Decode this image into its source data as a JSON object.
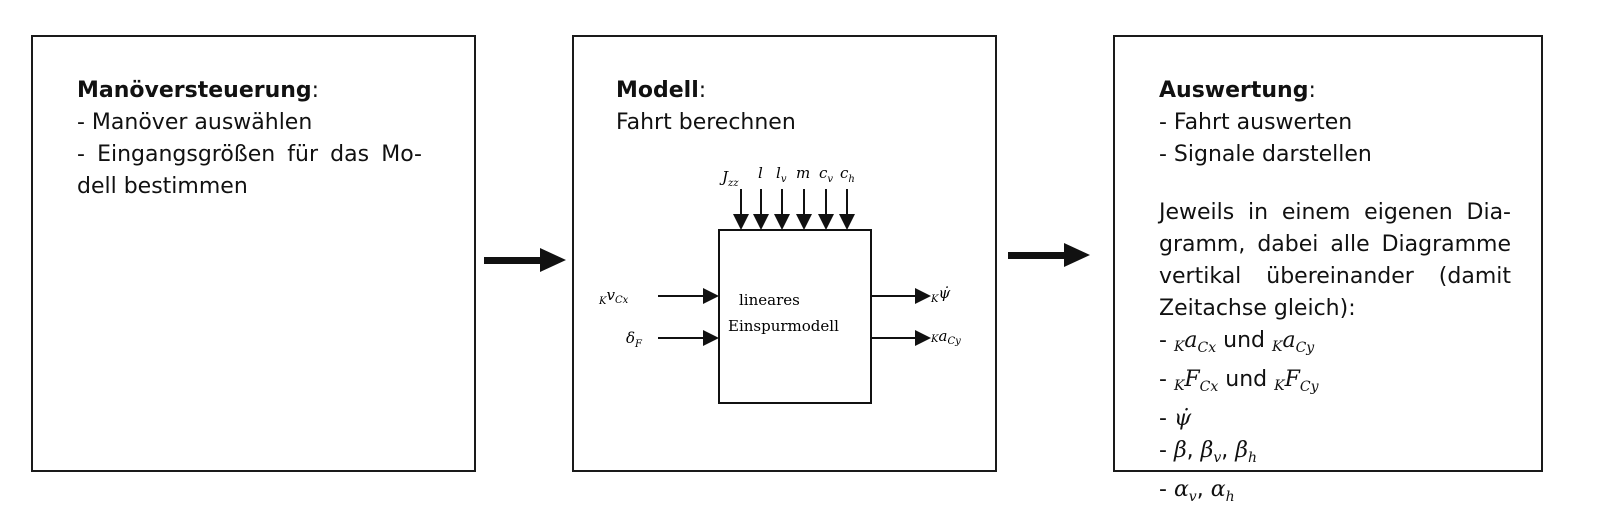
{
  "panel1": {
    "title": "Manöversteuerung",
    "colon": ":",
    "lines": [
      "- Manöver auswählen",
      "- Eingangsgrößen für das Mo-",
      "dell bestimmen"
    ]
  },
  "panel2": {
    "title": "Modell",
    "colon": ":",
    "subtitle": "Fahrt berechnen",
    "block": {
      "label_line1": "lineares",
      "label_line2": "Einspurmodell",
      "params": [
        "J",
        "zz",
        "l",
        "l",
        "v",
        "m",
        "c",
        "v",
        "c",
        "h"
      ],
      "inputs": [
        "K",
        "v",
        "Cx",
        "δ",
        "F"
      ],
      "outputs": [
        "K",
        "ψ̇",
        "K",
        "a",
        "Cy"
      ]
    }
  },
  "panel3": {
    "title": "Auswertung",
    "colon": ":",
    "lines": [
      "- Fahrt auswerten",
      "- Signale darstellen"
    ],
    "paragraph": [
      "Jeweils in einem eigenen Dia-",
      "gramm, dabei alle Diagramme",
      "vertikal übereinander (damit",
      "Zeitachse gleich):"
    ],
    "list": {
      "dash": "- ",
      "und": "und",
      "comma": ",",
      "a_sym": "a",
      "F_sym": "F",
      "psi_sym": "ψ̇",
      "beta_sym": "β",
      "alpha_sym": "α",
      "K": "K",
      "Cx": "Cx",
      "Cy": "Cy",
      "v": "v",
      "h": "h"
    }
  }
}
